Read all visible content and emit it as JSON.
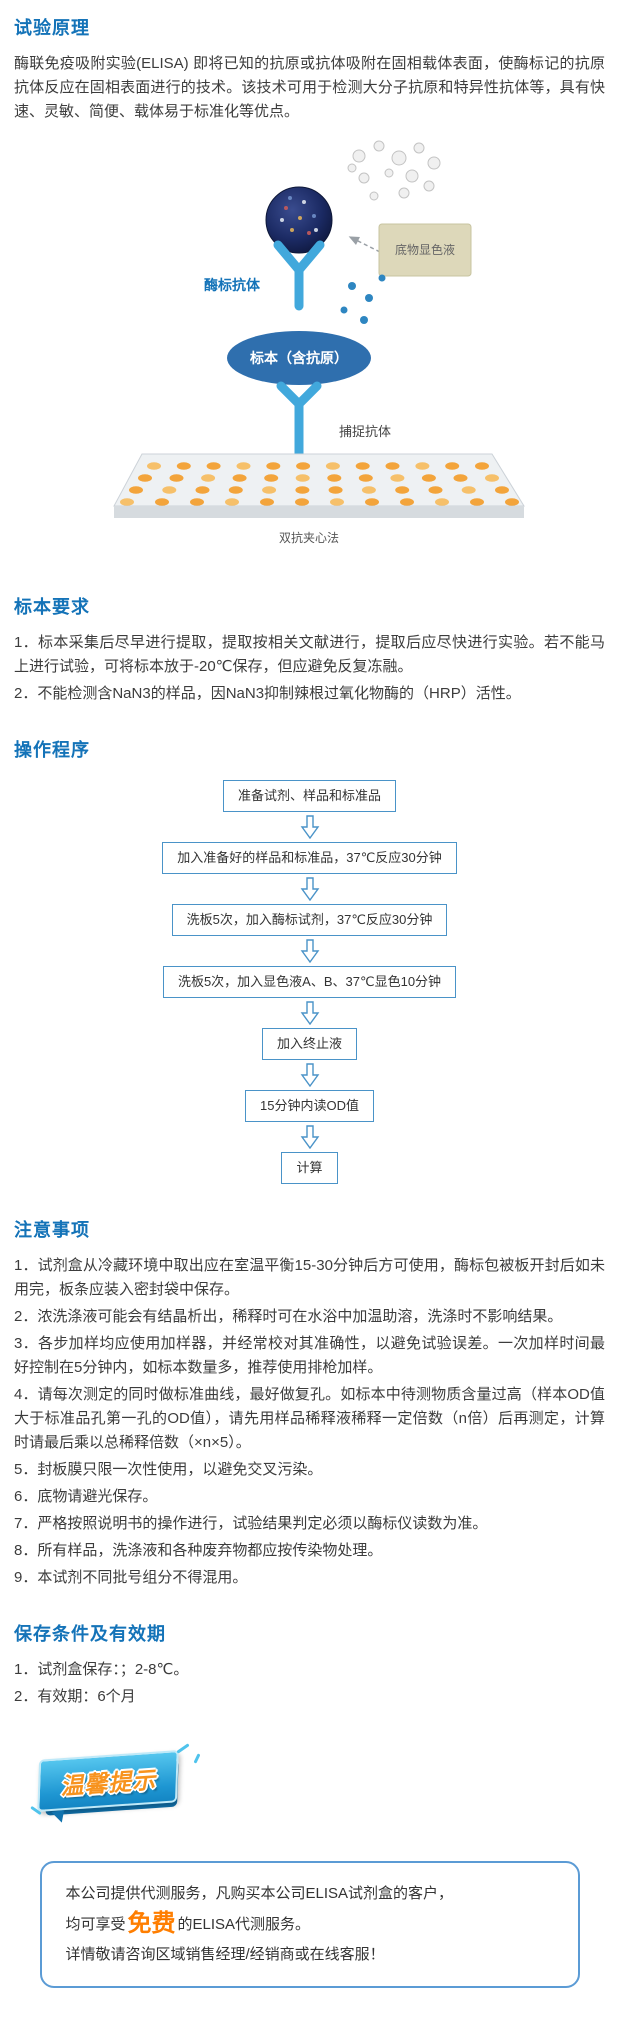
{
  "colors": {
    "heading_blue": "#1473b8",
    "flow_border": "#4a93c8",
    "badge_orange": "#f7931e",
    "highlight_orange": "#ff7e00",
    "well_orange": "#f3a43b"
  },
  "principle": {
    "title": "试验原理",
    "body": "酶联免疫吸附实验(ELISA) 即将已知的抗原或抗体吸附在固相载体表面，使酶标记的抗原抗体反应在固相表面进行的技术。该技术可用于检测大分子抗原和特异性抗体等，具有快速、灵敏、简便、载体易于标准化等优点。"
  },
  "diagram": {
    "substrate_label": "底物显色液",
    "enzyme_antibody_label": "酶标抗体",
    "specimen_label": "标本（含抗原）",
    "capture_antibody_label": "捕捉抗体",
    "caption": "双抗夹心法"
  },
  "specimen": {
    "title": "标本要求",
    "items": [
      "1．标本采集后尽早进行提取，提取按相关文献进行，提取后应尽快进行实验。若不能马上进行试验，可将标本放于-20℃保存，但应避免反复冻融。",
      "2．不能检测含NaN3的样品，因NaN3抑制辣根过氧化物酶的（HRP）活性。"
    ]
  },
  "procedure": {
    "title": "操作程序",
    "steps": [
      "准备试剂、样品和标准品",
      "加入准备好的样品和标准品，37℃反应30分钟",
      "洗板5次，加入酶标试剂，37℃反应30分钟",
      "洗板5次，加入显色液A、B、37℃显色10分钟",
      "加入终止液",
      "15分钟内读OD值",
      "计算"
    ]
  },
  "notes": {
    "title": "注意事项",
    "items": [
      "1．试剂盒从冷藏环境中取出应在室温平衡15-30分钟后方可使用，酶标包被板开封后如未用完，板条应装入密封袋中保存。",
      "2．浓洗涤液可能会有结晶析出，稀释时可在水浴中加温助溶，洗涤时不影响结果。",
      "3．各步加样均应使用加样器，并经常校对其准确性，以避免试验误差。一次加样时间最好控制在5分钟内，如标本数量多，推荐使用排枪加样。",
      "4．请每次测定的同时做标准曲线，最好做复孔。如标本中待测物质含量过高（样本OD值大于标准品孔第一孔的OD值），请先用样品稀释液稀释一定倍数（n倍）后再测定，计算时请最后乘以总稀释倍数（×n×5）。",
      "5．封板膜只限一次性使用，以避免交叉污染。",
      "6．底物请避光保存。",
      "7．严格按照说明书的操作进行，试验结果判定必须以酶标仪读数为准。",
      "8．所有样品，洗涤液和各种废弃物都应按传染物处理。",
      "9．本试剂不同批号组分不得混用。"
    ]
  },
  "storage": {
    "title": "保存条件及有效期",
    "items": [
      "1．试剂盒保存：；2-8℃。",
      "2．有效期：6个月"
    ]
  },
  "tip": {
    "badge": "温馨提示"
  },
  "service": {
    "line1": "本公司提供代测服务，凡购买本公司ELISA试剂盒的客户，",
    "line2_prefix": "均可享受",
    "line2_highlight": "免费",
    "line2_suffix": "的ELISA代测服务。",
    "line3": "详情敬请咨询区域销售经理/经销商或在线客服！"
  }
}
